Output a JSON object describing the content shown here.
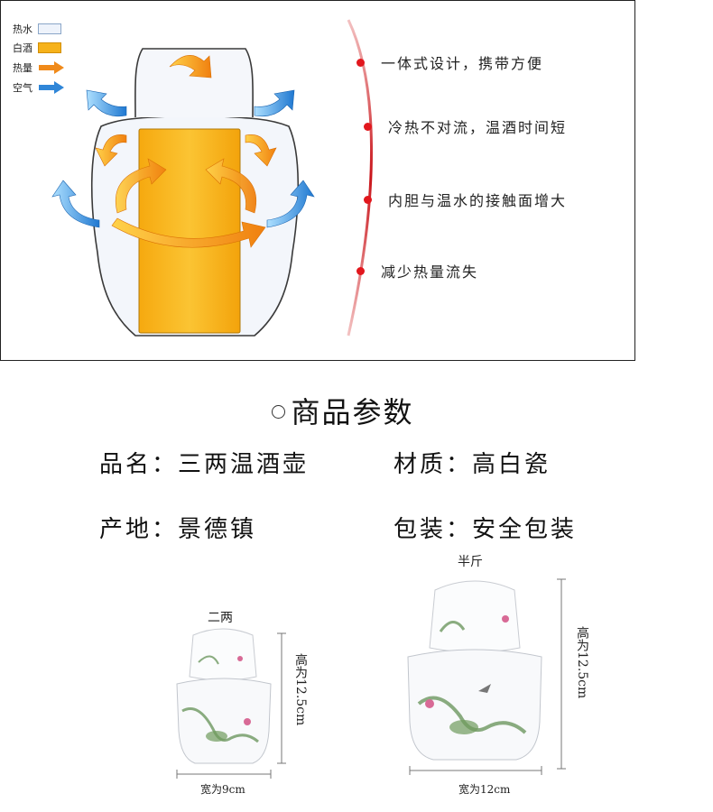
{
  "legend": [
    {
      "label": "热水",
      "swatch": "hot-water",
      "color": "#eef3fb"
    },
    {
      "label": "白酒",
      "swatch": "liquor",
      "color": "#f6b21b"
    },
    {
      "label": "热量",
      "swatch": "heat-arrow",
      "color": "#f08a1a"
    },
    {
      "label": "空气",
      "swatch": "air-arrow",
      "color": "#2f86d8"
    }
  ],
  "features": [
    "一体式设计，携带方便",
    "冷热不对流，温酒时间短",
    "内胆与温水的接触面增大",
    "减少热量流失"
  ],
  "section": {
    "title": "商品参数"
  },
  "params": [
    {
      "label": "品名：",
      "value": "三两温酒壶"
    },
    {
      "label": "材质：",
      "value": "高白瓷"
    },
    {
      "label": "产地：",
      "value": "景德镇"
    },
    {
      "label": "包装：",
      "value": "安全包装"
    }
  ],
  "products": [
    {
      "name": "二两",
      "height": "高为12.5cm",
      "width": "宽为9cm"
    },
    {
      "name": "半斤",
      "height": "高为12.5cm",
      "width": "宽为12cm"
    }
  ],
  "colors": {
    "accent_red": "#e2171d",
    "liquor": "#f6b21b",
    "heat": "#f08a1a",
    "air": "#2f86d8"
  }
}
